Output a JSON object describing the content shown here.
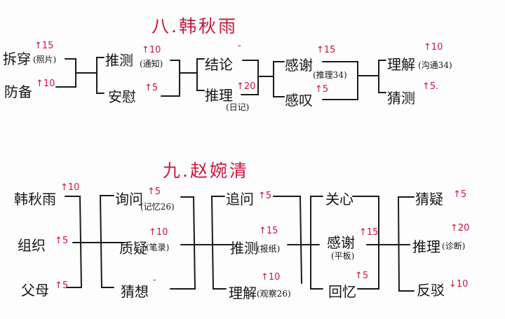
{
  "sections": [
    {
      "title": "八.韩秋雨",
      "levels": [
        [
          {
            "label": "拆穿",
            "note": "(照片)",
            "score": "↑15"
          },
          {
            "label": "防备",
            "note": "",
            "score": "↑10"
          }
        ],
        [
          {
            "label": "推测",
            "note": "(通知)",
            "score": "↑10"
          },
          {
            "label": "安慰",
            "note": "",
            "score": "↑5"
          }
        ],
        [
          {
            "label": "结论",
            "note": "",
            "score": "-"
          },
          {
            "label": "推理",
            "note": "(日记)",
            "score": "↑20"
          }
        ],
        [
          {
            "label": "感谢",
            "note": "(推理34)",
            "score": "↑15"
          },
          {
            "label": "感叹",
            "note": "",
            "score": "↑5"
          }
        ],
        [
          {
            "label": "理解",
            "note": "(沟通34)",
            "score": "↑10"
          },
          {
            "label": "猜测",
            "note": "",
            "score": "↑5."
          }
        ]
      ]
    },
    {
      "title": "九.赵婉清",
      "levels": [
        [
          {
            "label": "韩秋雨",
            "note": "",
            "score": "↑10"
          },
          {
            "label": "组织",
            "note": "",
            "score": "↑5"
          },
          {
            "label": "父母",
            "note": "",
            "score": "↑5"
          }
        ],
        [
          {
            "label": "询问",
            "note": "(记忆26)",
            "score": "↑5"
          },
          {
            "label": "质疑",
            "note": "(笔录)",
            "score": "↑10"
          },
          {
            "label": "猜想",
            "note": "",
            "score": "-"
          }
        ],
        [
          {
            "label": "追问",
            "note": "",
            "score": "↑5"
          },
          {
            "label": "推测",
            "note": "(报纸)",
            "score": "↑15"
          },
          {
            "label": "理解",
            "note": "(观察26)",
            "score": "↑10"
          }
        ],
        [
          {
            "label": "关心",
            "note": "",
            "score": ""
          },
          {
            "label": "感谢",
            "note": "(平板)",
            "score": "↑15"
          },
          {
            "label": "回忆",
            "note": "",
            "score": "↑5"
          }
        ],
        [
          {
            "label": "猜疑",
            "note": "",
            "score": "↑5"
          },
          {
            "label": "推理",
            "note": "(诊断)",
            "score": "↑20"
          },
          {
            "label": "反驳",
            "note": "",
            "score": "↓10"
          }
        ]
      ]
    }
  ],
  "colors": {
    "ink": "#151515",
    "accent": "#d0143c"
  }
}
